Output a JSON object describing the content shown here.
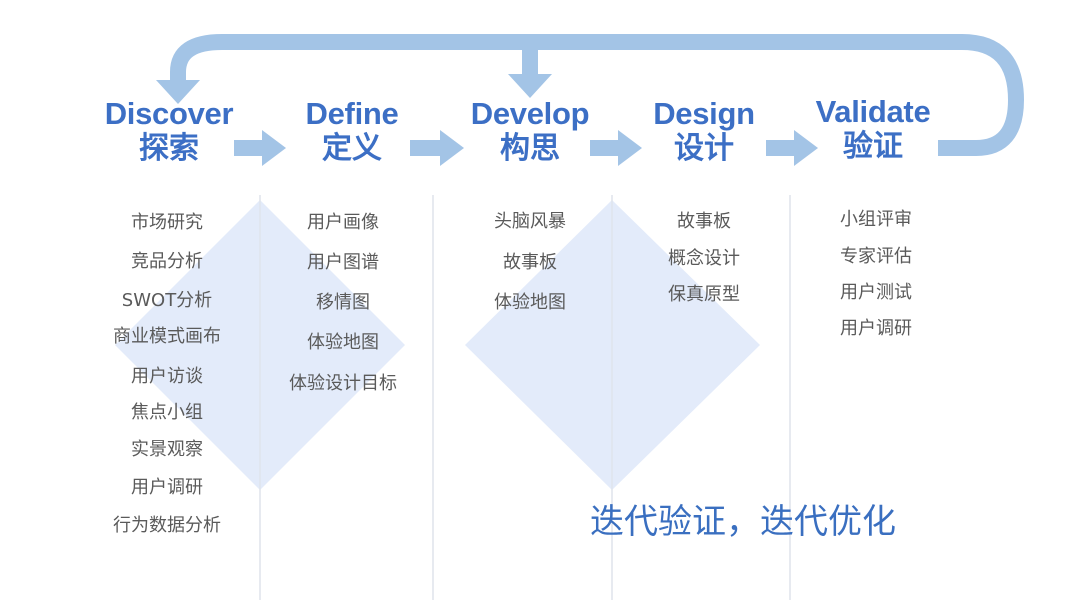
{
  "colors": {
    "arrow": "#a3c4e6",
    "diamond": "#e3ebfa",
    "title": "#3c6fc5",
    "item": "#5a5a5a",
    "divider": "#dfe4ec"
  },
  "stages": [
    {
      "en": "Discover",
      "zh": "探索",
      "items": [
        "市场研究",
        "竞品分析",
        "SWOT分析",
        "商业模式画布",
        "用户访谈",
        "焦点小组",
        "实景观察",
        "用户调研",
        "行为数据分析"
      ]
    },
    {
      "en": "Define",
      "zh": "定义",
      "items": [
        "用户画像",
        "用户图谱",
        "移情图",
        "体验地图",
        "体验设计目标"
      ]
    },
    {
      "en": "Develop",
      "zh": "构思",
      "items": [
        "头脑风暴",
        "故事板",
        "体验地图"
      ]
    },
    {
      "en": "Design",
      "zh": "设计",
      "items": [
        "故事板",
        "概念设计",
        "保真原型"
      ]
    },
    {
      "en": "Validate",
      "zh": "验证",
      "items": [
        "小组评审",
        "专家评估",
        "用户测试",
        "用户调研"
      ]
    }
  ],
  "tagline": "迭代验证，迭代优化"
}
